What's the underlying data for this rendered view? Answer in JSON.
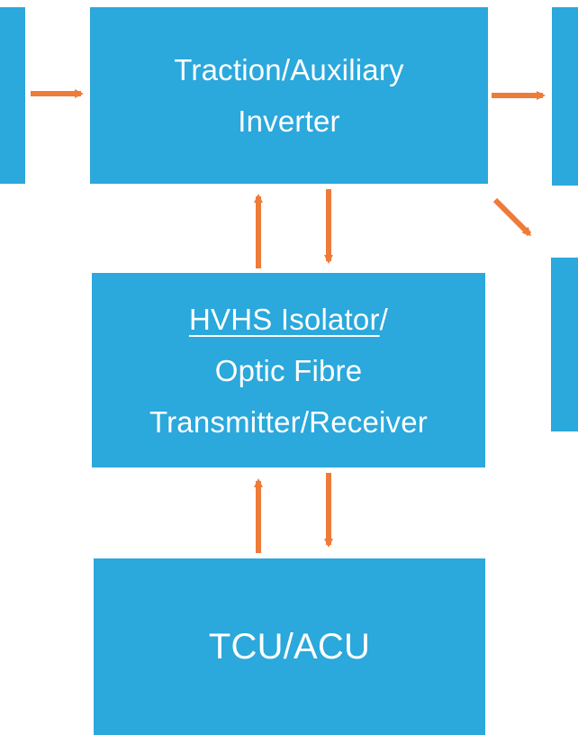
{
  "colors": {
    "box_fill": "#2ba8dc",
    "box_text": "#ffffff",
    "arrow": "#ee7b3a",
    "background": "#ffffff"
  },
  "inverter": {
    "line1": "Traction/Auxiliary",
    "line2": "Inverter"
  },
  "isolator": {
    "line1_underlined": "HVHS Isolator",
    "line1_rest": "/",
    "line2": "Optic Fibre",
    "line3": "Transmitter/Receiver"
  },
  "controller": {
    "label": "TCU/ACU"
  }
}
